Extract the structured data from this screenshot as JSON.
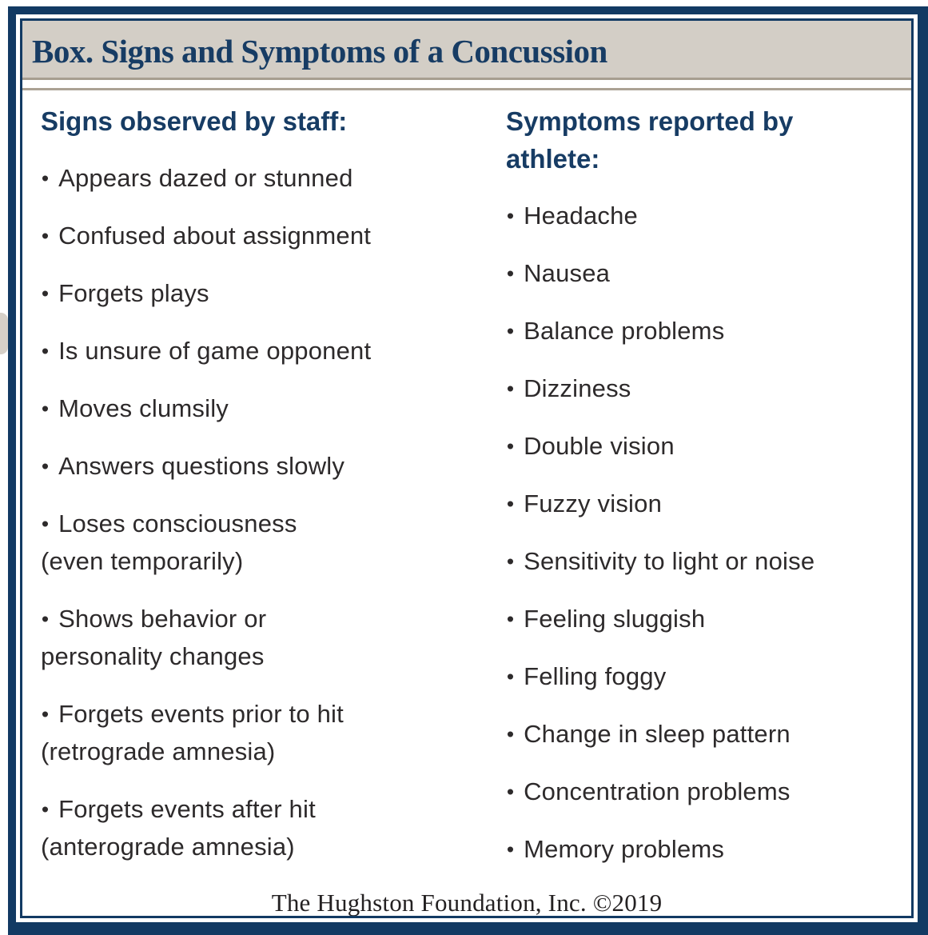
{
  "title": "Box. Signs and Symptoms of a Concussion",
  "bullet": "•",
  "columns": [
    {
      "heading_lines": [
        "Signs observed by staff:"
      ],
      "items": [
        {
          "lines": [
            "Appears dazed or stunned"
          ]
        },
        {
          "lines": [
            "Confused about assignment"
          ]
        },
        {
          "lines": [
            "Forgets plays"
          ]
        },
        {
          "lines": [
            "Is unsure of game opponent"
          ]
        },
        {
          "lines": [
            "Moves clumsily"
          ]
        },
        {
          "lines": [
            "Answers questions slowly"
          ]
        },
        {
          "lines": [
            "Loses consciousness",
            "(even temporarily)"
          ]
        },
        {
          "lines": [
            "Shows behavior or",
            "personality changes"
          ]
        },
        {
          "lines": [
            "Forgets events prior to hit",
            "(retrograde amnesia)"
          ]
        },
        {
          "lines": [
            "Forgets events after hit",
            "(anterograde amnesia)"
          ]
        }
      ]
    },
    {
      "heading_lines": [
        "Symptoms reported by",
        "athlete:"
      ],
      "items": [
        {
          "lines": [
            "Headache"
          ]
        },
        {
          "lines": [
            "Nausea"
          ]
        },
        {
          "lines": [
            "Balance problems"
          ]
        },
        {
          "lines": [
            "Dizziness"
          ]
        },
        {
          "lines": [
            "Double vision"
          ]
        },
        {
          "lines": [
            "Fuzzy vision"
          ]
        },
        {
          "lines": [
            "Sensitivity to light or noise"
          ]
        },
        {
          "lines": [
            "Feeling sluggish"
          ]
        },
        {
          "lines": [
            "Felling foggy"
          ]
        },
        {
          "lines": [
            "Change in sleep pattern"
          ]
        },
        {
          "lines": [
            "Concentration problems"
          ]
        },
        {
          "lines": [
            "Memory problems"
          ]
        }
      ]
    }
  ],
  "footer": "The Hughston Foundation, Inc. ©2019",
  "colors": {
    "navy_border": "#123a63",
    "navy_text": "#173c64",
    "title_bar_bg": "#d3cec6",
    "title_bar_rule": "#a79e90",
    "separator_rule": "#aba294",
    "body_text": "#2d2a2b"
  }
}
